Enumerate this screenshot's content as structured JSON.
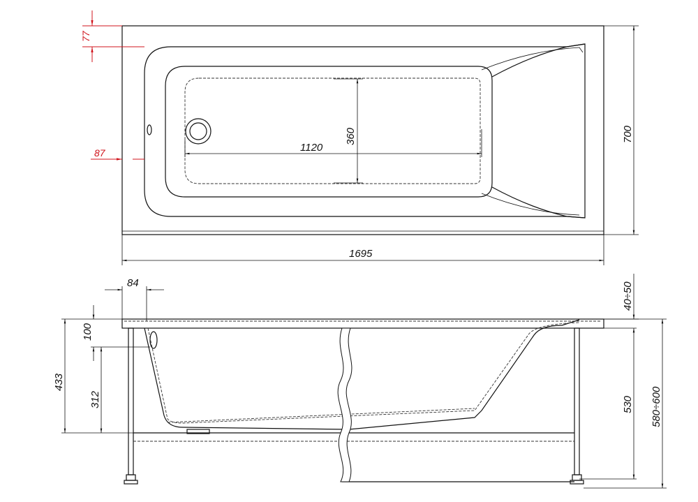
{
  "top_view": {
    "dim_rim_top": "77",
    "dim_rim_side": "87",
    "dim_bottom_width": "360",
    "dim_bottom_length": "1120",
    "dim_width": "700",
    "dim_length": "1695"
  },
  "side_view": {
    "dim_rim_offset": "84",
    "dim_overflow_depth": "100",
    "dim_depth": "433",
    "dim_overflow_height": "312",
    "dim_rim_gap": "40÷50",
    "dim_leg_height": "530",
    "dim_total_height": "580÷600"
  },
  "colors": {
    "dimension_red": "#d0141c",
    "line": "#111111"
  }
}
